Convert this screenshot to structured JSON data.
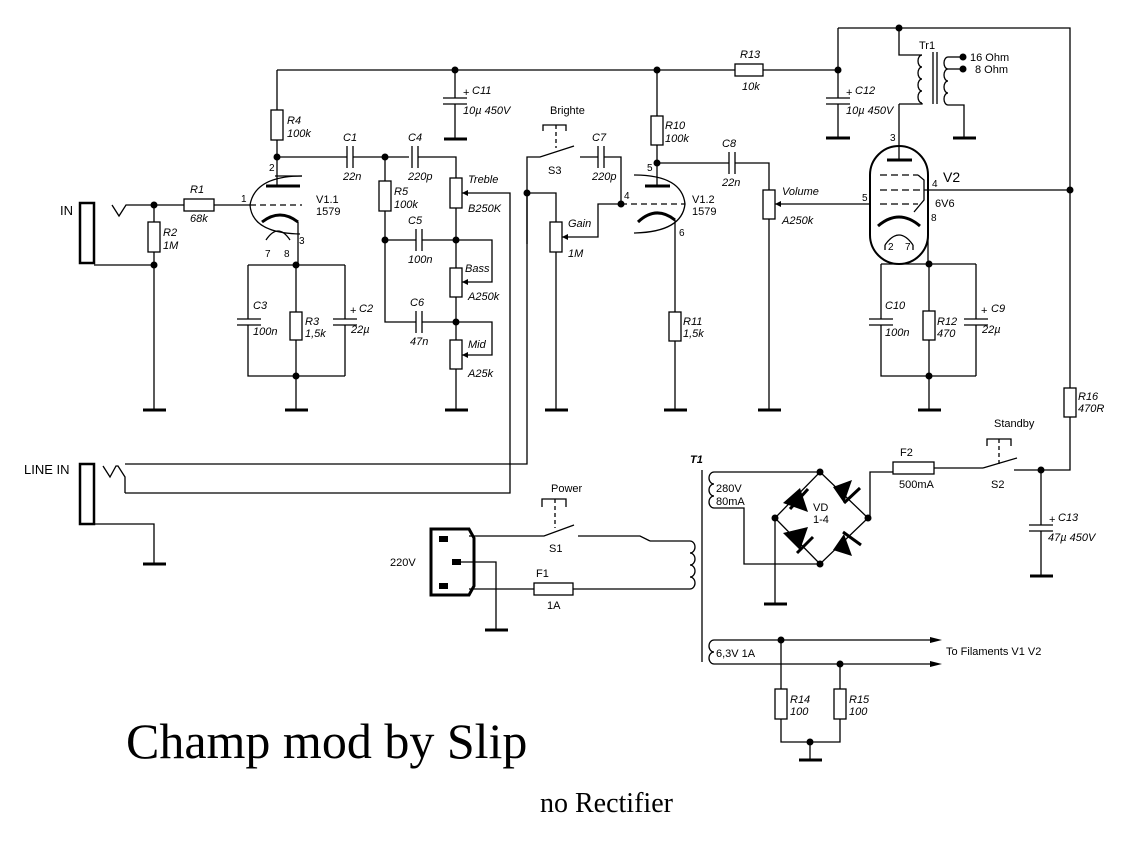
{
  "title": "Champ mod by Slip",
  "subtitle": "no Rectifier",
  "inputs": {
    "in": "IN",
    "line_in": "LINE IN",
    "mains": "220V"
  },
  "tubes": {
    "v11": {
      "name": "V1.1",
      "type": "1579",
      "pins": [
        "1",
        "2",
        "3",
        "7",
        "8"
      ]
    },
    "v12": {
      "name": "V1.2",
      "type": "1579",
      "pins": [
        "4",
        "5",
        "6"
      ]
    },
    "v2": {
      "name": "V2",
      "type": "6V6",
      "pins": [
        "3",
        "4",
        "5",
        "8",
        "2",
        "7"
      ]
    }
  },
  "resistors": {
    "r1": {
      "ref": "R1",
      "value": "68k"
    },
    "r2": {
      "ref": "R2",
      "value": "1M"
    },
    "r3": {
      "ref": "R3",
      "value": "1,5k"
    },
    "r4": {
      "ref": "R4",
      "value": "100k"
    },
    "r5": {
      "ref": "R5",
      "value": "100k"
    },
    "r10": {
      "ref": "R10",
      "value": "100k"
    },
    "r11": {
      "ref": "R11",
      "value": "1,5k"
    },
    "r12": {
      "ref": "R12",
      "value": "470"
    },
    "r13": {
      "ref": "R13",
      "value": "10k"
    },
    "r14": {
      "ref": "R14",
      "value": "100"
    },
    "r15": {
      "ref": "R15",
      "value": "100"
    },
    "r16": {
      "ref": "R16",
      "value": "470R"
    }
  },
  "capacitors": {
    "c1": {
      "ref": "C1",
      "value": "22n"
    },
    "c2": {
      "ref": "C2",
      "value": "22µ"
    },
    "c3": {
      "ref": "C3",
      "value": "100n"
    },
    "c4": {
      "ref": "C4",
      "value": "220p"
    },
    "c5": {
      "ref": "C5",
      "value": "100n"
    },
    "c6": {
      "ref": "C6",
      "value": "47n"
    },
    "c7": {
      "ref": "C7",
      "value": "220p"
    },
    "c8": {
      "ref": "C8",
      "value": "22n"
    },
    "c9": {
      "ref": "C9",
      "value": "22µ"
    },
    "c10": {
      "ref": "C10",
      "value": "100n"
    },
    "c11": {
      "ref": "C11",
      "value": "10µ 450V"
    },
    "c12": {
      "ref": "C12",
      "value": "10µ 450V"
    },
    "c13": {
      "ref": "C13",
      "value": "47µ 450V"
    }
  },
  "pots": {
    "treble": {
      "name": "Treble",
      "value": "B250K"
    },
    "bass": {
      "name": "Bass",
      "value": "A250k"
    },
    "mid": {
      "name": "Mid",
      "value": "A25k"
    },
    "gain": {
      "name": "Gain",
      "value": "1M"
    },
    "volume": {
      "name": "Volume",
      "value": "A250k"
    }
  },
  "switches": {
    "s1": {
      "ref": "S1",
      "name": "Power"
    },
    "s2": {
      "ref": "S2",
      "name": "Standby"
    },
    "s3": {
      "ref": "S3",
      "name": "Brighte"
    }
  },
  "fuses": {
    "f1": {
      "ref": "F1",
      "value": "1A"
    },
    "f2": {
      "ref": "F2",
      "value": "500mA"
    }
  },
  "transformers": {
    "tr1": {
      "ref": "Tr1",
      "taps": [
        "16 Ohm",
        "8 Ohm"
      ]
    },
    "t1": {
      "ref": "T1",
      "hv_line1": "280V",
      "hv_line2": "80mA",
      "heater": "6,3V 1A"
    }
  },
  "rectifier": {
    "ref": "VD",
    "range": "1-4"
  },
  "filament_label": "To Filaments V1 V2"
}
